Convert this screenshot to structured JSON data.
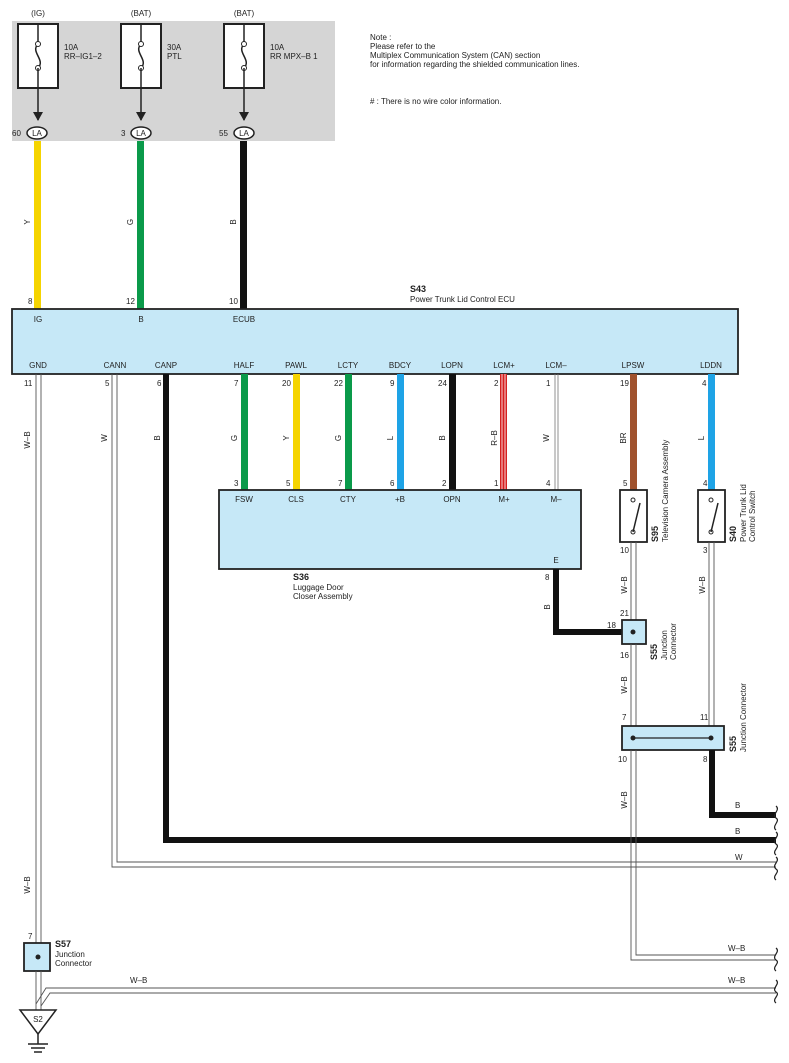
{
  "note": {
    "line1": "Note :",
    "line2": "Please refer to the",
    "line3": "Multiplex Communication System (CAN) section",
    "line4": "for information regarding the shielded communication lines.",
    "hash": "# : There is no wire color information."
  },
  "fuses": [
    {
      "source": "(IG)",
      "amp": "10A",
      "name": "RR–IG1–2",
      "pin": "60",
      "conn": "LA",
      "wire_color_label": "Y",
      "ecu_pin": "8",
      "ecu_term": "IG",
      "color": "#f5d400"
    },
    {
      "source": "(BAT)",
      "amp": "30A",
      "name": "PTL",
      "pin": "3",
      "conn": "LA",
      "wire_color_label": "G",
      "ecu_pin": "12",
      "ecu_term": "B",
      "color": "#0a9a4a"
    },
    {
      "source": "(BAT)",
      "amp": "10A",
      "name": "RR MPX–B 1",
      "pin": "55",
      "conn": "LA",
      "wire_color_label": "B",
      "ecu_pin": "10",
      "ecu_term": "ECUB",
      "color": "#111111"
    }
  ],
  "ecu": {
    "code": "S43",
    "name": "Power Trunk Lid Control ECU",
    "bottom_terms": [
      {
        "term": "GND",
        "pin": "11",
        "wire": "W–B"
      },
      {
        "term": "CANN",
        "pin": "5",
        "wire": "W"
      },
      {
        "term": "CANP",
        "pin": "6",
        "wire": "B"
      },
      {
        "term": "HALF",
        "pin": "7",
        "wire": "G"
      },
      {
        "term": "PAWL",
        "pin": "20",
        "wire": "Y"
      },
      {
        "term": "LCTY",
        "pin": "22",
        "wire": "G"
      },
      {
        "term": "BDCY",
        "pin": "9",
        "wire": "L"
      },
      {
        "term": "LOPN",
        "pin": "24",
        "wire": "B"
      },
      {
        "term": "LCM+",
        "pin": "2",
        "wire": "R–B"
      },
      {
        "term": "LCM–",
        "pin": "1",
        "wire": "W"
      },
      {
        "term": "LPSW",
        "pin": "19",
        "wire": "BR"
      },
      {
        "term": "LDDN",
        "pin": "4",
        "wire": "L"
      }
    ]
  },
  "closer": {
    "code": "S36",
    "name1": "Luggage Door",
    "name2": "Closer Assembly",
    "terms": [
      {
        "term": "FSW",
        "pin": "3"
      },
      {
        "term": "CLS",
        "pin": "5"
      },
      {
        "term": "CTY",
        "pin": "7"
      },
      {
        "term": "+B",
        "pin": "6"
      },
      {
        "term": "OPN",
        "pin": "2"
      },
      {
        "term": "M+",
        "pin": "1"
      },
      {
        "term": "M–",
        "pin": "4"
      }
    ],
    "e_term": "E",
    "e_pin": "8",
    "e_wire": "B"
  },
  "s95": {
    "code": "S95",
    "name": "Television Camera Assembly",
    "top_pin": "5",
    "bottom_pin": "10",
    "wire": "W–B"
  },
  "s40": {
    "code": "S40",
    "name1": "Power Trunk Lid",
    "name2": "Control Switch",
    "top_pin": "4",
    "bottom_pin": "3",
    "wire": "W–B"
  },
  "s55a": {
    "code": "S55",
    "name1": "Junction",
    "name2": "Connector",
    "pin_top": "21",
    "pin_left": "18",
    "pin_bottom": "16",
    "wire": "W–B"
  },
  "s55b": {
    "code": "S55",
    "name": "Junction Connector",
    "pin_left_top": "7",
    "pin_right_top": "11",
    "pin_left_bottom": "10",
    "pin_right_bottom": "8",
    "wire_down": "W–B",
    "wire_right": "B"
  },
  "s57": {
    "code": "S57",
    "name1": "Junction",
    "name2": "Connector",
    "pin": "7",
    "wire": "W–B"
  },
  "ground": {
    "code": "S2"
  },
  "right_wires": [
    "B",
    "B",
    "W",
    "W–B",
    "W–B"
  ],
  "bottom_wire": "W–B",
  "colors": {
    "panel": "#d5d5d5",
    "module": "#c6e8f7",
    "yellow": "#f5d400",
    "green": "#0a9a4a",
    "blue": "#1ea3e6",
    "black": "#111111",
    "brown": "#a0522d",
    "red": "#d62020"
  }
}
